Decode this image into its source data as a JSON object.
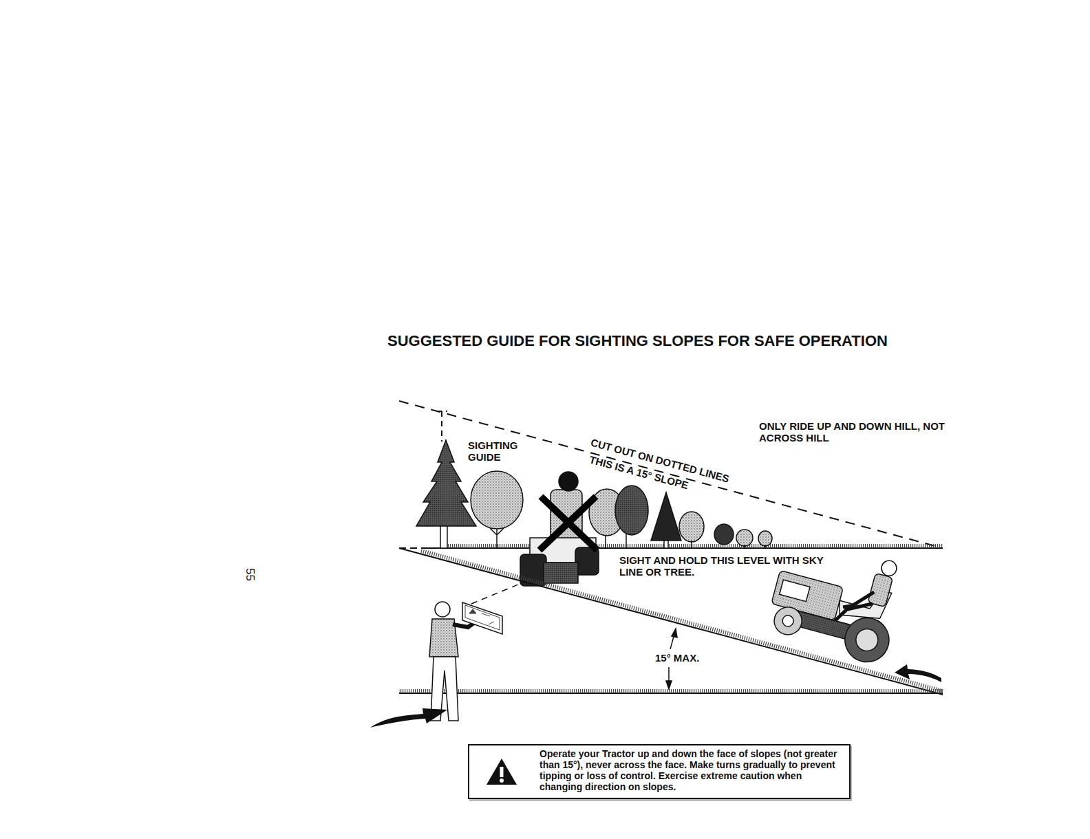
{
  "diagram": {
    "title": "SUGGESTED GUIDE FOR SIGHTING SLOPES FOR SAFE OPERATION",
    "nodes": [
      {
        "text": [
          "Operate your Tractor up and down the face of slopes (not greater than 15°), never across the face. Make turns gradually to prevent tipping or loss of control. Exercise extreme caution when changing direction on slopes."
        ]
      }
    ],
    "labels": [
      "55",
      "SIGHTING GUIDE",
      "CUT OUT ON DOTTED LINES",
      "THIS IS A 15° SLOPE",
      "ONLY RIDE UP AND DOWN HILL, NOT ACROSS HILL",
      "SIGHT AND HOLD THIS LEVEL WITH SKY LINE OR TREE.",
      "15° MAX."
    ]
  }
}
